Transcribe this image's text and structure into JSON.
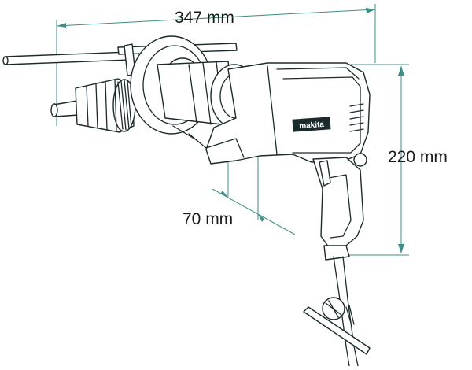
{
  "dimensions": {
    "length": "347 mm",
    "height": "220 mm",
    "offset": "70 mm"
  },
  "brand_badge": "makita",
  "colors": {
    "outline": "#1b2a2a",
    "dimension_line": "#3e8f87",
    "background": "#ffffff"
  }
}
